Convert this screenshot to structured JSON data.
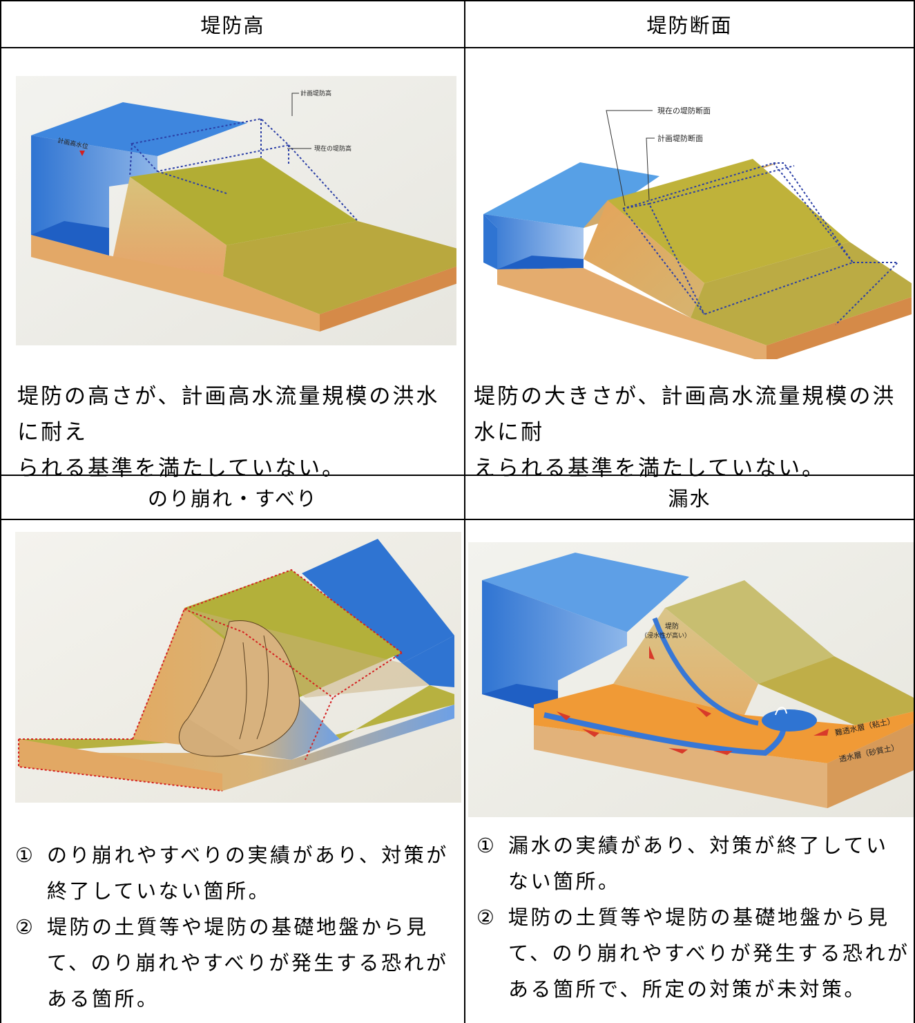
{
  "cells": {
    "top_left": {
      "header": "堤防高",
      "figure_labels": {
        "plan_height": "計画堤防高",
        "current_height": "現在の堤防高",
        "plan_water": "計画高水位"
      },
      "description": [
        "堤防の高さが、計画高水流量規模の洪水に耐え",
        "られる基準を満たしていない。"
      ]
    },
    "top_right": {
      "header": "堤防断面",
      "figure_labels": {
        "current_section": "現在の堤防断面",
        "plan_section": "計画堤防断面"
      },
      "description": [
        "堤防の大きさが、計画高水流量規模の洪水に耐",
        "えられる基準を満たしていない。"
      ]
    },
    "bottom_left": {
      "header": "のり崩れ・すべり",
      "items": [
        {
          "num": "①",
          "text": "のり崩れやすべりの実績があり、対策が終了していない箇所。"
        },
        {
          "num": "②",
          "text": "堤防の土質等や堤防の基礎地盤から見て、のり崩れやすべりが発生する恐れがある箇所。"
        }
      ]
    },
    "bottom_right": {
      "header": "漏水",
      "figure_labels": {
        "levee": "堤防",
        "permeability": "（浸水性が高い）",
        "impermeable_layer": "難透水層（粘土）",
        "permeable_layer": "透水層（砂質土）"
      },
      "items": [
        {
          "num": "①",
          "text": "漏水の実績があり、対策が終了していない箇所。"
        },
        {
          "num": "②",
          "text": "堤防の土質等や堤防の基礎地盤から見て、のり崩れやすべりが発生する恐れがある箇所で、所定の対策が未対策。"
        }
      ]
    }
  },
  "colors": {
    "border": "#000000",
    "water": "#3a7fd6",
    "water_dark": "#1f5fc4",
    "levee_top": "#b8b43a",
    "levee_side": "#d9a860",
    "ground": "#c9a150",
    "clay_layer": "#ec9a3a",
    "dotted_plan": "#2b3fa6",
    "dotted_slide": "#d42020",
    "arrow": "#d83a2a"
  }
}
